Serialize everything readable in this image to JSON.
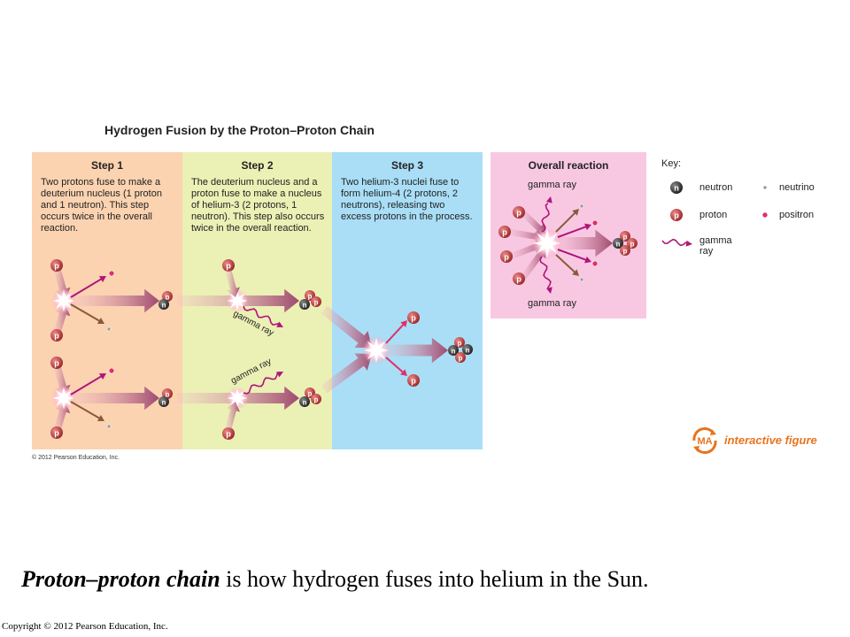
{
  "figure": {
    "title": "Hydrogen Fusion by the Proton–Proton Chain",
    "copyright": "© 2012 Pearson Education, Inc."
  },
  "steps": [
    {
      "title": "Step 1",
      "description": "Two protons fuse to make a deuterium nucleus (1 proton and 1 neutron). This step occurs twice in the overall reaction."
    },
    {
      "title": "Step 2",
      "description": "The deuterium nucleus and a proton fuse to make a nucleus of helium-3 (2 protons, 1 neutron). This step also occurs twice in the overall reaction."
    },
    {
      "title": "Step 3",
      "description": "Two helium-3 nuclei fuse to form helium-4 (2 protons, 2 neutrons), releasing two excess protons in the process."
    }
  ],
  "overall": {
    "title": "Overall reaction",
    "gamma_top": "gamma ray",
    "gamma_bottom": "gamma ray"
  },
  "labels": {
    "proton": "p",
    "neutron": "n",
    "gamma_ray": "gamma ray"
  },
  "key": {
    "title": "Key:",
    "neutron": "neutron",
    "proton": "proton",
    "gamma_ray": "gamma ray",
    "neutrino": "neutrino",
    "positron": "positron"
  },
  "badge": {
    "initials": "MA",
    "text": "interactive figure"
  },
  "caption": {
    "emphasis": "Proton–proton chain",
    "rest": " is how hydrogen fuses into helium in the Sun."
  },
  "slide_copyright": "Copyright © 2012 Pearson Education, Inc.",
  "colors": {
    "step1_bg": "#fbd3b1",
    "step2_bg": "#ebf0b5",
    "step3_bg": "#a9def6",
    "overall_bg": "#f8c8e3",
    "proton": "#b23a3a",
    "neutron": "#2a2a2a",
    "gamma": "#b0147a",
    "positron": "#e0306a",
    "neutrino": "#9a9a9a",
    "badge_orange": "#e8731e"
  }
}
